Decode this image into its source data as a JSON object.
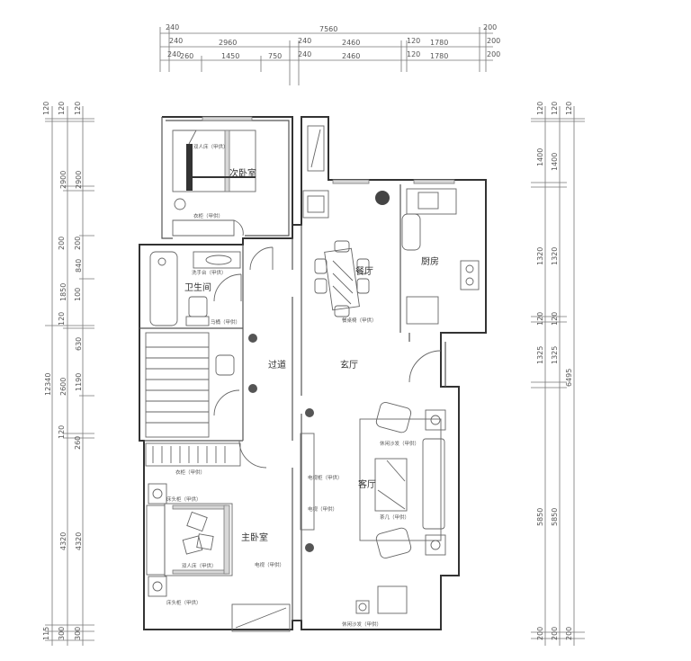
{
  "dimensions": {
    "top_row1": [
      "240",
      "7560",
      "200"
    ],
    "top_row2": [
      "240",
      "2960",
      "240",
      "2460",
      "120",
      "1780",
      "200"
    ],
    "top_row3": [
      "240",
      "260",
      "1450",
      "750",
      "240",
      "2460",
      "120",
      "1780",
      "200"
    ],
    "left_col1": [
      "120",
      "12340",
      "115"
    ],
    "left_col2": [
      "120",
      "2900",
      "200",
      "1850",
      "120",
      "2600",
      "120",
      "4320",
      "300"
    ],
    "left_col3": [
      "120",
      "2900",
      "200",
      "840",
      "100",
      "630",
      "1190",
      "260",
      "4320",
      "300"
    ],
    "right_col1": [
      "120",
      "1400",
      "1320",
      "120",
      "1325",
      "5850",
      "200"
    ],
    "right_col2": [
      "120",
      "1400",
      "1320",
      "120",
      "1325",
      "5850",
      "200"
    ],
    "right_col3": [
      "120",
      "6495",
      "200"
    ]
  },
  "rooms": {
    "second_bedroom": "次卧室",
    "dining": "餐厅",
    "kitchen": "厨房",
    "bathroom": "卫生间",
    "corridor": "过道",
    "foyer": "玄厅",
    "living": "客厅",
    "master_bedroom": "主卧室"
  },
  "furniture_labels": {
    "second_bed": "双人床（甲供）",
    "second_wardrobe": "衣柜（甲供）",
    "basin": "洗手台（甲供）",
    "toilet": "马桶（甲供）",
    "dining_set": "餐桌椅（甲供）",
    "leisure_sofa": "休闲沙发（甲供）",
    "tv_cabinet": "电视柜（甲供）",
    "tv": "电视（甲供）",
    "tea_table": "茶几（甲供）",
    "master_wardrobe": "衣柜（甲供）",
    "nightstand_top": "床头柜（甲供）",
    "double_bed": "双人床（甲供）",
    "nightstand_bottom": "床头柜（甲供）",
    "master_tv": "电视（甲供）",
    "balcony_sofa": "休闲沙发（甲供）"
  }
}
